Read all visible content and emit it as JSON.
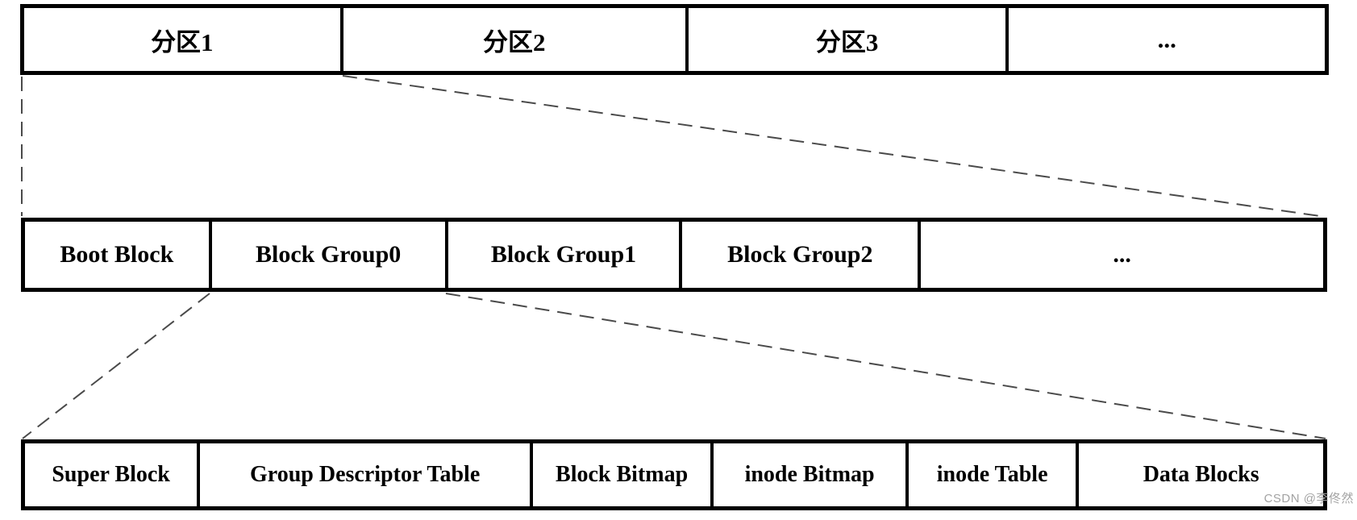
{
  "partition_row": {
    "cells": [
      "分区1",
      "分区2",
      "分区3",
      "..."
    ]
  },
  "block_group_row": {
    "cells": [
      "Boot Block",
      "Block Group0",
      "Block Group1",
      "Block Group2",
      "..."
    ]
  },
  "block_group_detail_row": {
    "cells": [
      "Super Block",
      "Group Descriptor Table",
      "Block Bitmap",
      "inode Bitmap",
      "inode Table",
      "Data Blocks"
    ]
  },
  "watermark": "CSDN @李佟然",
  "colors": {
    "background": "#ffffff",
    "border": "#000000",
    "text": "#000000",
    "connector_line": "#4a4a4a",
    "watermark": "#a3a3a3"
  }
}
